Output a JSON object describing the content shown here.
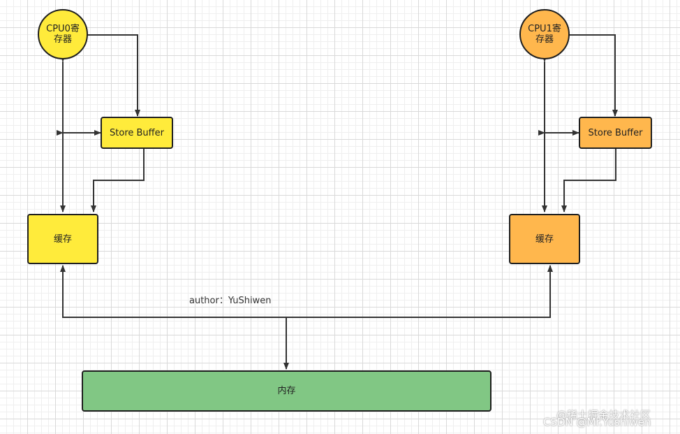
{
  "nodes": {
    "cpu0_register": {
      "label": "CPU0寄存器",
      "color": "#ffeb3b"
    },
    "cpu0_store_buffer": {
      "label": "Store Buffer",
      "color": "#ffeb3b"
    },
    "cpu0_cache": {
      "label": "缓存",
      "color": "#ffeb3b"
    },
    "cpu1_register": {
      "label": "CPU1寄存器",
      "color": "#ffb74d"
    },
    "cpu1_store_buffer": {
      "label": "Store Buffer",
      "color": "#ffb74d"
    },
    "cpu1_cache": {
      "label": "缓存",
      "color": "#ffb74d"
    },
    "memory": {
      "label": "内存",
      "color": "#81c784"
    }
  },
  "author_note": "author：YuShiwen",
  "watermarks": {
    "juejin": "@稀土掘金技术社区",
    "csdn": "CSDN @Mr.Yushiwen"
  },
  "edge_color": "#333333"
}
